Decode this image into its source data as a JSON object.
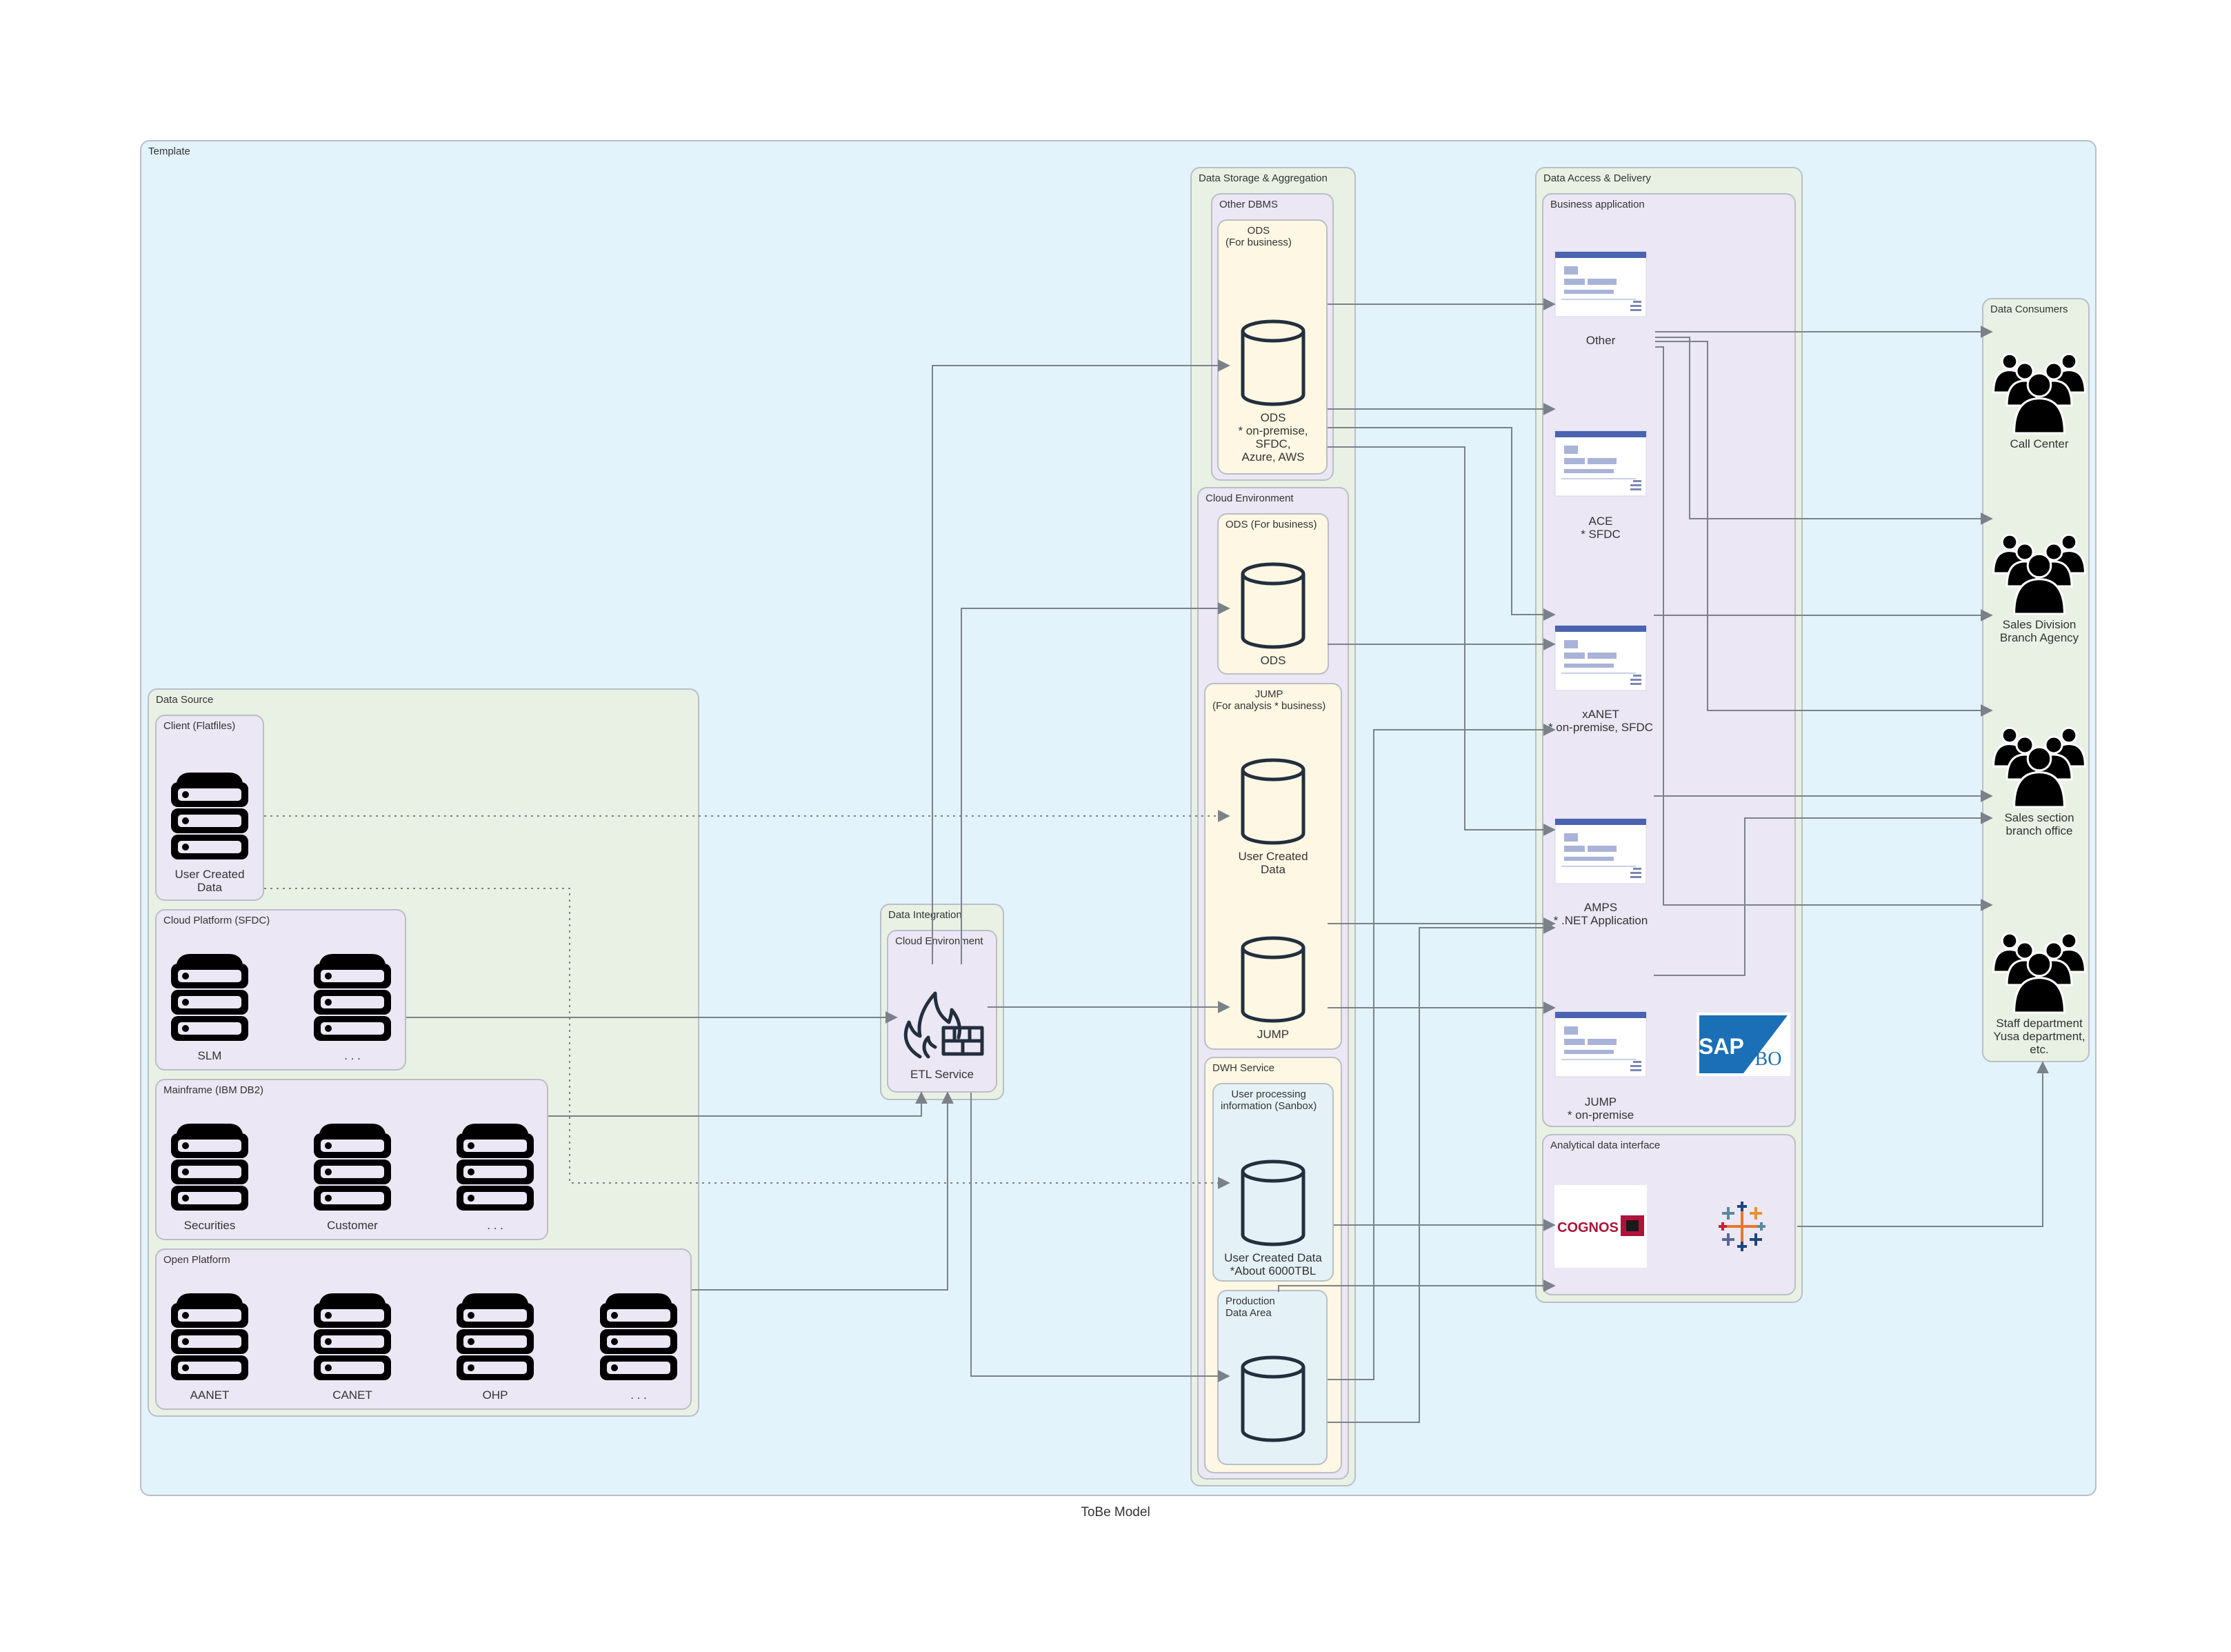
{
  "caption": "ToBe Model",
  "groups": {
    "template": "Template",
    "data_source": "Data Source",
    "client_flatfiles": "Client (Flatfiles)",
    "cloud_platform": "Cloud Platform (SFDC)",
    "mainframe": "Mainframe (IBM DB2)",
    "open_platform": "Open Platform",
    "data_integration": "Data Integration",
    "di_cloud_env": "Cloud Environment",
    "storage": "Data Storage & Aggregation",
    "other_dbms": "Other DBMS",
    "ods_business": "ODS\n(For business)",
    "cloud_env": "Cloud Environment",
    "ods_for_business": "ODS (For business)",
    "jump_group": "JUMP\n(For analysis * business)",
    "dwh": "DWH Service",
    "sandbox": "User processing\ninformation (Sanbox)",
    "production": "Production\nData Area",
    "access": "Data Access & Delivery",
    "business_app": "Business application",
    "analytical": "Analytical data interface",
    "consumers": "Data Consumers"
  },
  "nodes": {
    "user_created_src": "User Created\nData",
    "slm": "SLM",
    "sfdc_more": ". . .",
    "securities": "Securities",
    "customer": "Customer",
    "mf_more": ". . .",
    "aanet": "AANET",
    "canet": "CANET",
    "ohp": "OHP",
    "op_more": ". . .",
    "etl": "ETL Service",
    "ods_main": "ODS\n* on-premise,\nSFDC,\nAzure, AWS",
    "ods_cloud": "ODS",
    "user_created_jump": "User Created\nData",
    "jump_db": "JUMP",
    "user_created_sandbox": "User Created Data\n*About 6000TBL",
    "app_other": "Other",
    "app_ace": "ACE\n* SFDC",
    "app_xanet": "xANET\n* on-premise, SFDC",
    "app_amps": "AMPS\n* .NET Application",
    "app_jump": "JUMP\n* on-premise",
    "sap_bo_sap": "SAP",
    "sap_bo_bo": "BO",
    "cognos": "COGNOS",
    "call_center": "Call Center",
    "sales_division": "Sales Division\nBranch Agency",
    "sales_section": "Sales section\nbranch office",
    "staff_dept": "Staff department\nYusa department,\netc."
  },
  "icons": {
    "server": "server-stack-icon",
    "database": "database-cylinder-icon",
    "etl": "etl-firewall-icon",
    "app": "application-window-icon",
    "users": "user-group-icon",
    "sap": "sap-businessobjects-logo",
    "cognos": "cognos-logo",
    "tableau": "tableau-logo"
  },
  "colors": {
    "template_bg": "#e3f3fb",
    "section_bg": "#e9f1e5",
    "subgroup_bg": "#ebe7f5",
    "storage_bg": "#fdf7e3",
    "border": "#b9bfc6",
    "edge": "#7b8189",
    "sap_blue": "#1b6fb7",
    "cognos_red": "#b0123a"
  }
}
